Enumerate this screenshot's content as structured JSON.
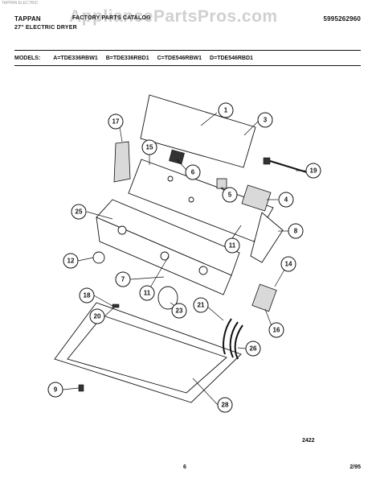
{
  "header": {
    "brand": "TAPPAN",
    "product": "27\" ELECTRIC DRYER",
    "sheet_title": "FACTORY PARTS CATALOG",
    "part_number": "5995262960",
    "watermark": "AppliancePartsPros.com",
    "top_mark": "TAPPAN  ELECTRIC"
  },
  "models": {
    "label": "MODELS:",
    "items": [
      "A=TDE336RBW1",
      "B=TDE336RBD1",
      "C=TDE546RBW1",
      "D=TDE546RBD1"
    ]
  },
  "callouts": [
    "1",
    "3",
    "17",
    "15",
    "6",
    "19",
    "5",
    "4",
    "25",
    "8",
    "11",
    "12",
    "14",
    "7",
    "11",
    "18",
    "20",
    "23",
    "21",
    "16",
    "26",
    "9",
    "28"
  ],
  "footer": {
    "drawing_code": "2422",
    "page": "6",
    "date": "2/95"
  }
}
